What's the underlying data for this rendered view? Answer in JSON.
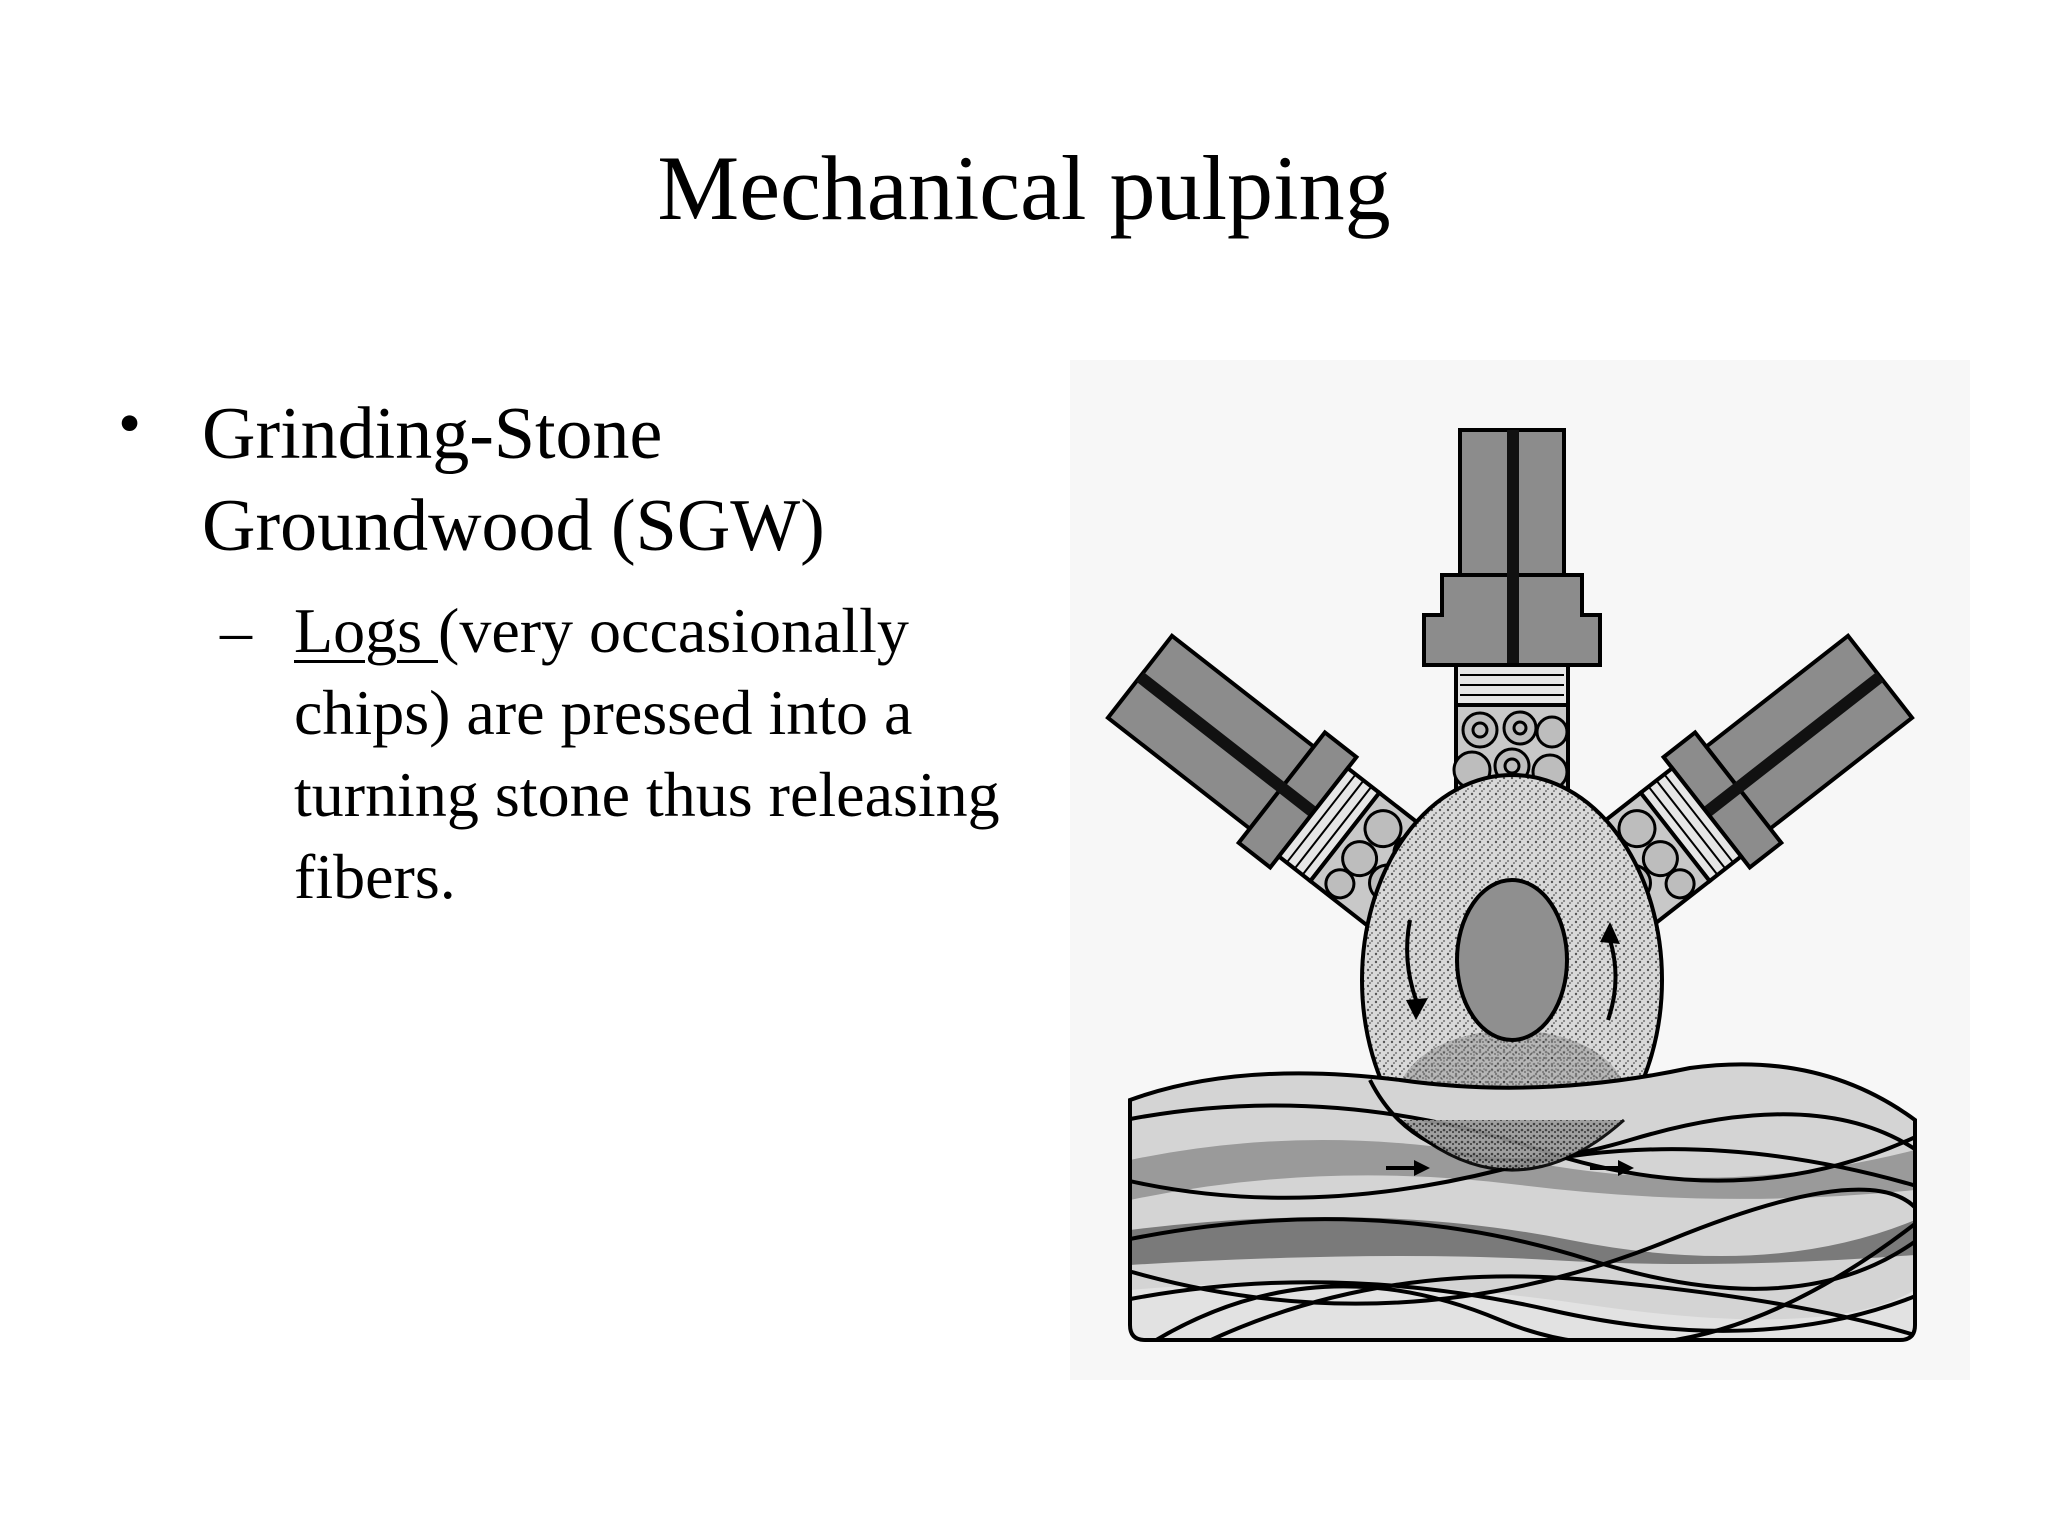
{
  "slide": {
    "title": "Mechanical pulping",
    "bullet": "Grinding-Stone Groundwood (SGW)",
    "sub_bullet": {
      "underlined": "Logs ",
      "rest": " (very occasionally chips) are pressed into a turning stone thus releasing fibers."
    }
  },
  "figure": {
    "icon": "grinding-stone-diagram"
  }
}
